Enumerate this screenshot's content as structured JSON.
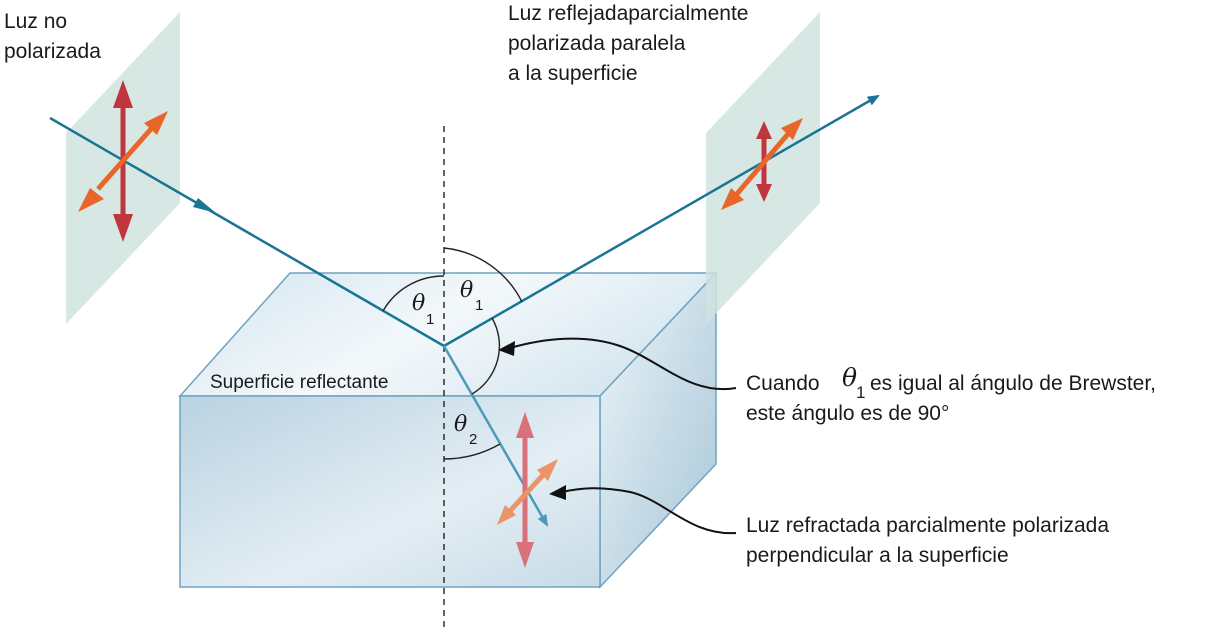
{
  "labels": {
    "unpolarized_line1": "Luz no",
    "unpolarized_line2": "polarizada",
    "reflected_line1": "Luz reflejadaparcialmente",
    "reflected_line2": "polarizada paralela",
    "reflected_line3": "a la superficie",
    "surface": "Superficie reflectante",
    "brewster_pre": "Cuando",
    "brewster_post": "es igual al ángulo de Brewster,",
    "brewster_line2": "este ángulo es de 90°",
    "refracted_line1": "Luz refractada parcialmente polarizada",
    "refracted_line2": "perpendicular a la superficie"
  },
  "angles": {
    "theta_symbol": "θ",
    "sub_1": "1",
    "sub_2": "2"
  },
  "colors": {
    "ray": "#1a7594",
    "ray_refracted": "#4a9ab8",
    "polarizer_plane": "#cfe3df",
    "arrow_red": "#c0363f",
    "arrow_orange": "#e8662a",
    "arrow_red_faded": "#d9707a",
    "arrow_orange_faded": "#eb9468",
    "block_face": "#c3d9e6",
    "block_edge": "#6ea3bf"
  }
}
